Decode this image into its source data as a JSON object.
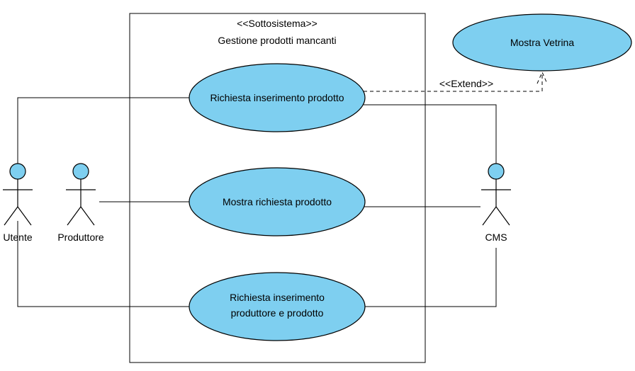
{
  "system": {
    "stereotype": "<<Sottosistema>>",
    "name": "Gestione prodotti mancanti"
  },
  "actors": {
    "utente": "Utente",
    "produttore": "Produttore",
    "cms": "CMS"
  },
  "use_cases": {
    "richiesta_inserimento": "Richiesta inserimento prodotto",
    "mostra_richiesta": "Mostra richiesta prodotto",
    "richiesta_produttore_line1": "Richiesta inserimento",
    "richiesta_produttore_line2": "produttore e prodotto",
    "mostra_vetrina": "Mostra Vetrina"
  },
  "relations": {
    "extend_label": "<<Extend>>"
  },
  "colors": {
    "usecase_fill": "#7ecff0"
  }
}
